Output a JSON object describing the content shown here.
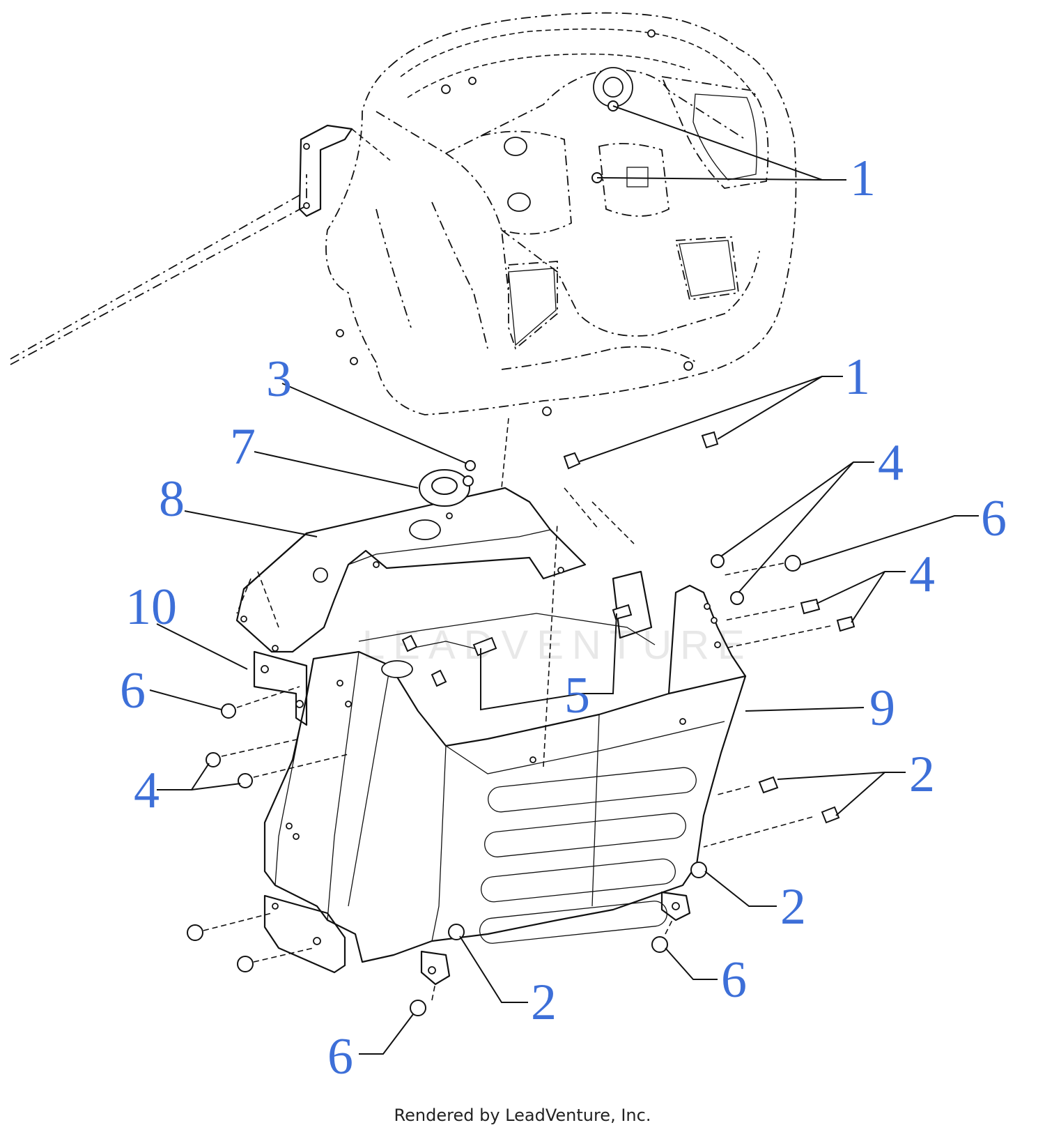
{
  "callouts": {
    "c1_top": "1",
    "c1_mid": "1",
    "c3": "3",
    "c7": "7",
    "c8": "8",
    "c4_top": "4",
    "c6_right": "6",
    "c4_right": "4",
    "c10": "10",
    "c6_left": "6",
    "c5": "5",
    "c9": "9",
    "c4_left": "4",
    "c2_right_upper": "2",
    "c2_right_lower": "2",
    "c6_bottom_right": "6",
    "c2_bottom": "2",
    "c6_bottom_left": "6"
  },
  "watermark": "LEADVENTURE",
  "footer": "Rendered by LeadVenture, Inc.",
  "colors": {
    "callout": "#3d6fd8",
    "line": "#111111"
  }
}
